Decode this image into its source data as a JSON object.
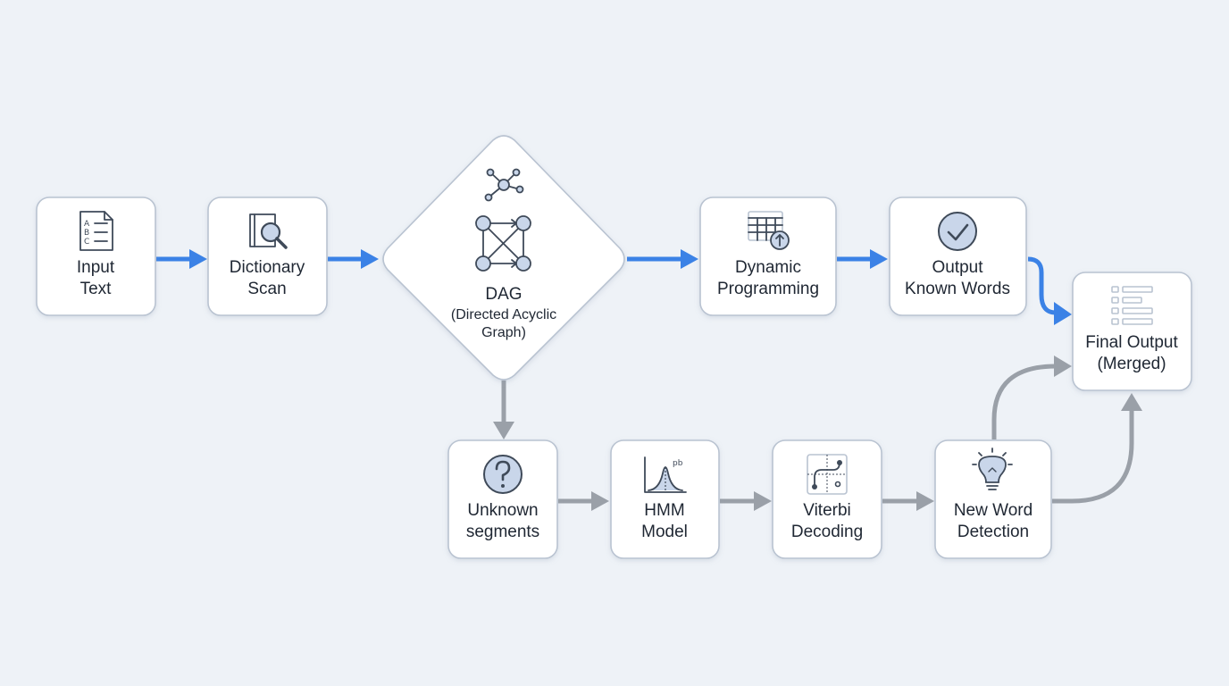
{
  "colors": {
    "background": "#eef2f7",
    "primary_flow": "#3b82e6",
    "secondary_flow": "#9aa0a8",
    "node_fill": "#ffffff",
    "node_border": "#b9c3d1",
    "icon_fill": "#c9d6ea"
  },
  "nodes": {
    "input": {
      "line1": "Input",
      "line2": "Text",
      "icon": "document-list-icon",
      "icon_letters": [
        "A",
        "B",
        "C"
      ]
    },
    "dictionary": {
      "line1": "Dictionary",
      "line2": "Scan",
      "icon": "book-search-icon"
    },
    "dag": {
      "line1": "DAG",
      "line2": "(Directed Acyclic",
      "line3": "Graph)",
      "icon": "graph-network-icon"
    },
    "dynamic": {
      "line1": "Dynamic",
      "line2": "Programming",
      "icon": "table-arrow-icon"
    },
    "known": {
      "line1": "Output",
      "line2": "Known Words",
      "icon": "check-circle-icon"
    },
    "final": {
      "line1": "Final Output",
      "line2": "(Merged)",
      "icon": "list-icon"
    },
    "unknown": {
      "line1": "Unknown",
      "line2": "segments",
      "icon": "question-circle-icon"
    },
    "hmm": {
      "line1": "HMM",
      "line2": "Model",
      "icon": "distribution-curve-icon",
      "icon_label": "pb"
    },
    "viterbi": {
      "line1": "Viterbi",
      "line2": "Decoding",
      "icon": "path-grid-icon"
    },
    "newword": {
      "line1": "New Word",
      "line2": "Detection",
      "icon": "lightbulb-icon"
    }
  }
}
